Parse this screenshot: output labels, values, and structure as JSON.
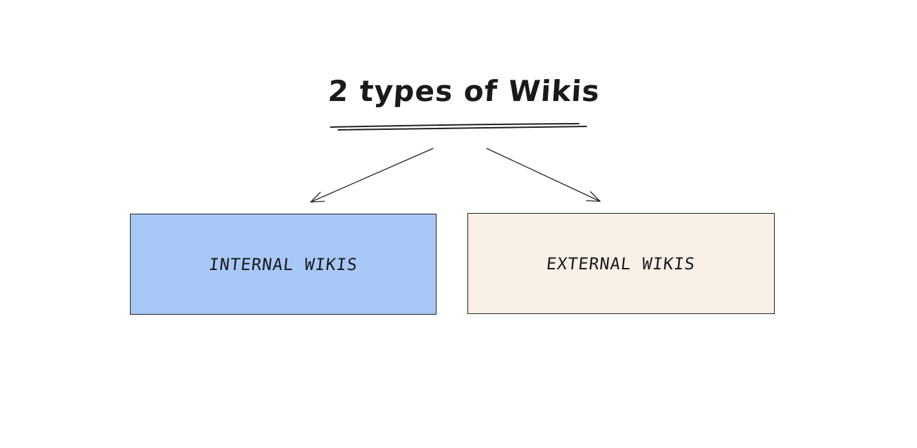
{
  "diagram": {
    "title": "2 types of Wikis",
    "nodes": [
      {
        "id": "internal",
        "label": "INTERNAL WIKIS",
        "fill": "#a8c8f8"
      },
      {
        "id": "external",
        "label": "EXTERNAL WIKIS",
        "fill": "#f8f0e6"
      }
    ],
    "edges": [
      {
        "from": "title",
        "to": "internal"
      },
      {
        "from": "title",
        "to": "external"
      }
    ],
    "colors": {
      "stroke": "#1e1e1e",
      "background": "#ffffff"
    }
  }
}
